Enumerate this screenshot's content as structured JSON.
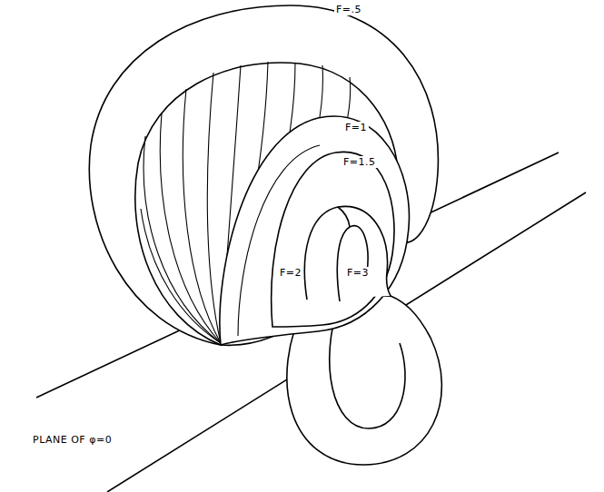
{
  "diagram": {
    "labels": [
      "F=.5",
      "F=1",
      "F=1.5",
      "F=2",
      "F=3",
      "PLANE OF φ=0"
    ]
  }
}
